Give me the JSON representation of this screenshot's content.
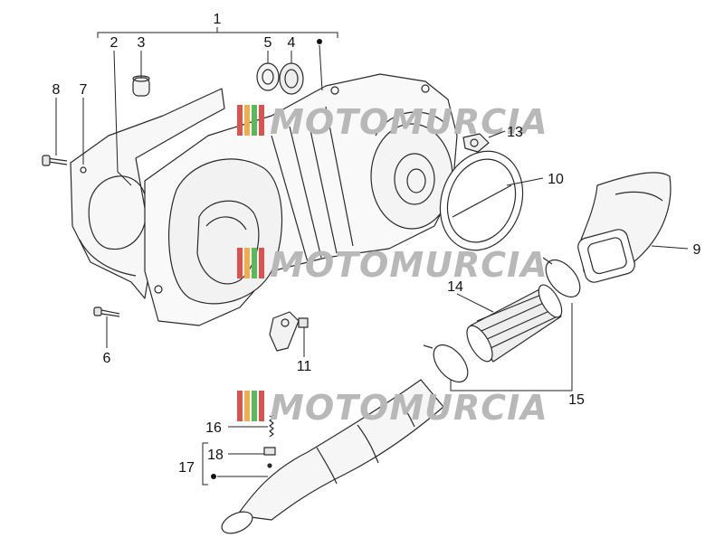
{
  "diagram": {
    "callouts": [
      "1",
      "2",
      "3",
      "4",
      "5",
      "6",
      "7",
      "8",
      "9",
      "10",
      "11",
      "13",
      "14",
      "15",
      "16",
      "17",
      "18"
    ],
    "watermark": {
      "text": "MOTOMURCIA",
      "text_color": "#b8b8b8",
      "stripe_colors": [
        "#d9534f",
        "#f0ad4e",
        "#5cb85c",
        "#d9534f"
      ]
    },
    "line_color": "#222222"
  }
}
